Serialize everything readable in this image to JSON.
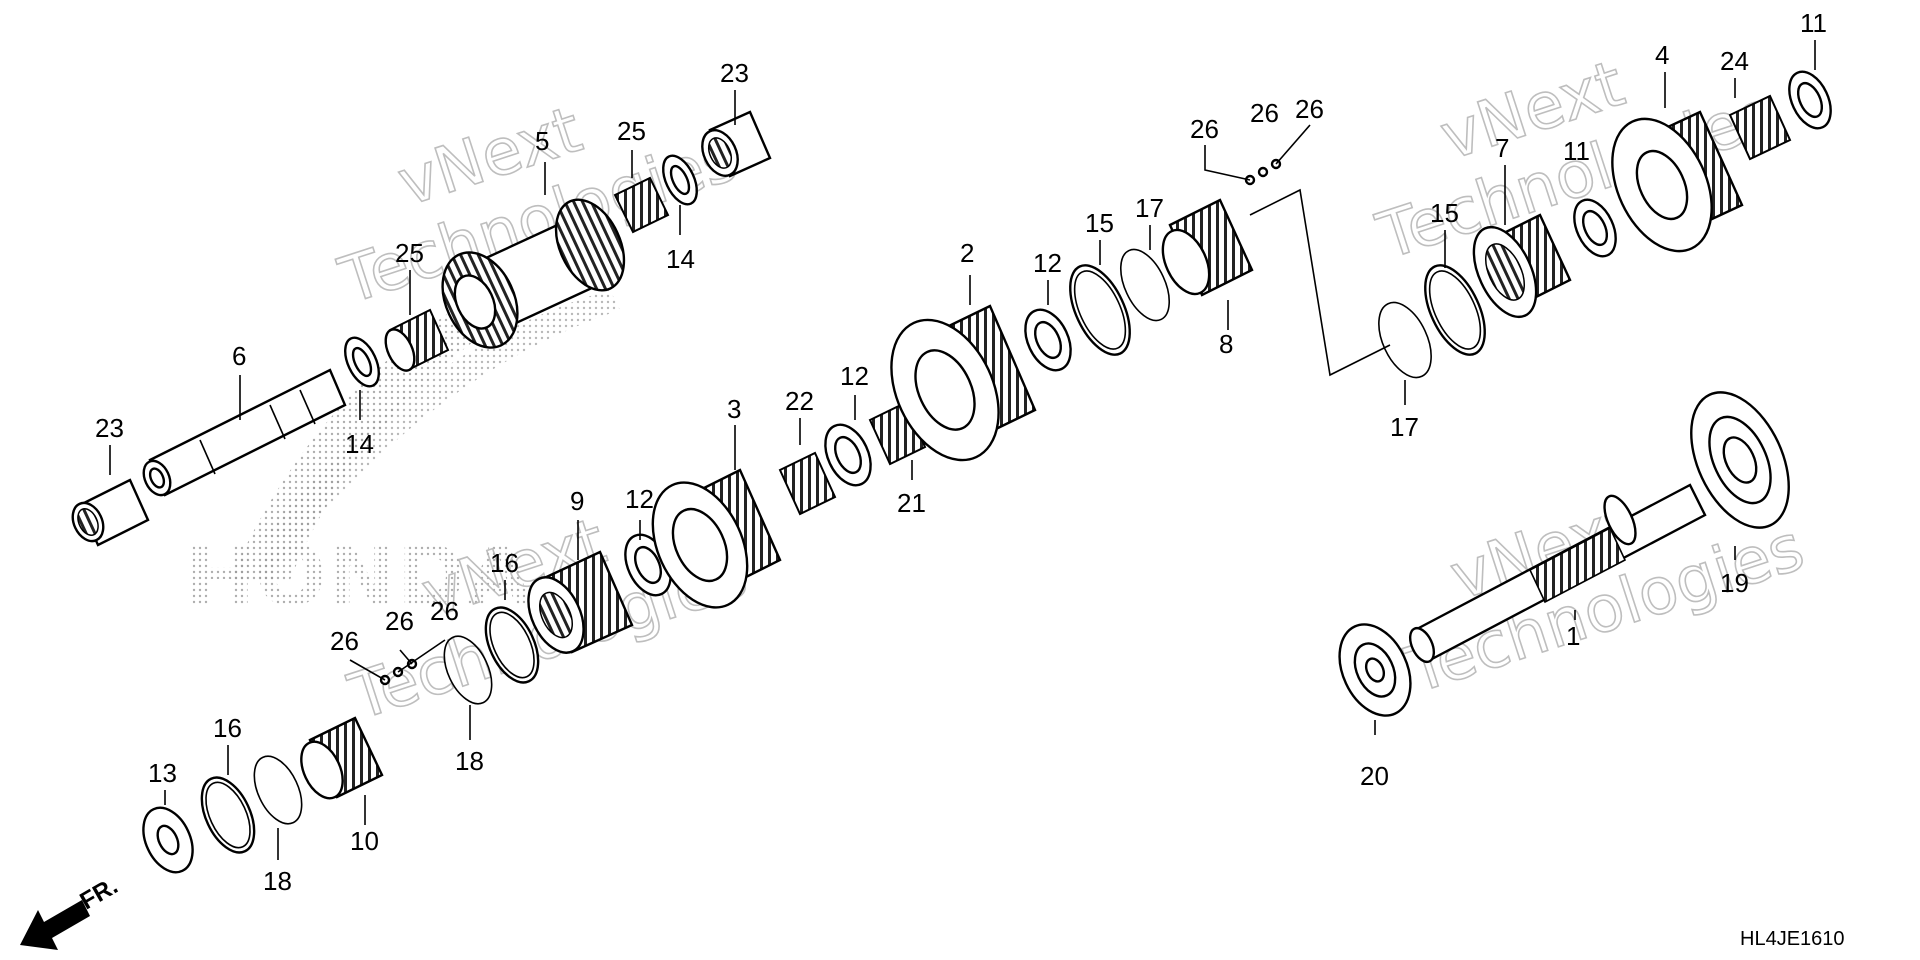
{
  "diagram": {
    "figure_code": "HL4JE1610",
    "direction_label": "FR.",
    "watermark": {
      "line1": "vNext",
      "line2": "Technologies",
      "logo_text": "HONDA"
    },
    "callouts": [
      "1",
      "2",
      "3",
      "4",
      "5",
      "6",
      "7",
      "8",
      "9",
      "10",
      "11",
      "12",
      "13",
      "14",
      "15",
      "16",
      "17",
      "18",
      "19",
      "20",
      "21",
      "22",
      "23",
      "24",
      "25",
      "26"
    ]
  },
  "colors": {
    "ink": "#000000",
    "watermark": "#b8b8b8",
    "background": "#ffffff"
  }
}
